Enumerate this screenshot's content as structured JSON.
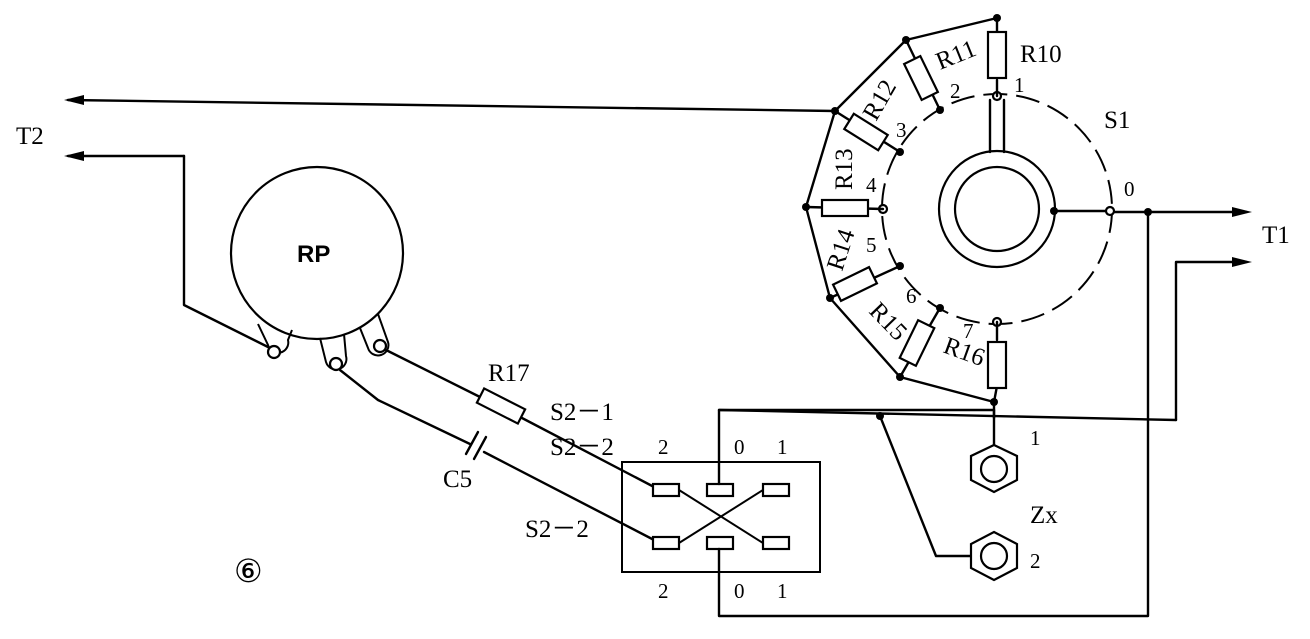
{
  "terminals": {
    "t1": "T1",
    "t2": "T2"
  },
  "potentiometer": "RP",
  "switch_s1": {
    "name": "S1",
    "positions": [
      "0",
      "1",
      "2",
      "3",
      "4",
      "5",
      "6",
      "7"
    ]
  },
  "resistors": {
    "r10": "R10",
    "r11": "R11",
    "r12": "R12",
    "r13": "R13",
    "r14": "R14",
    "r15": "R15",
    "r16": "R16",
    "r17": "R17"
  },
  "capacitor": "C5",
  "switch_s2": {
    "label_1": "S2－1",
    "label_2_top": "S2－2",
    "label_2_bottom": "S2－2",
    "top_pos": [
      "2",
      "0",
      "1"
    ],
    "bottom_pos": [
      "2",
      "0",
      "1"
    ]
  },
  "zx": {
    "label": "Zx",
    "pin1": "1",
    "pin2": "2"
  },
  "figure_mark": "⑥"
}
